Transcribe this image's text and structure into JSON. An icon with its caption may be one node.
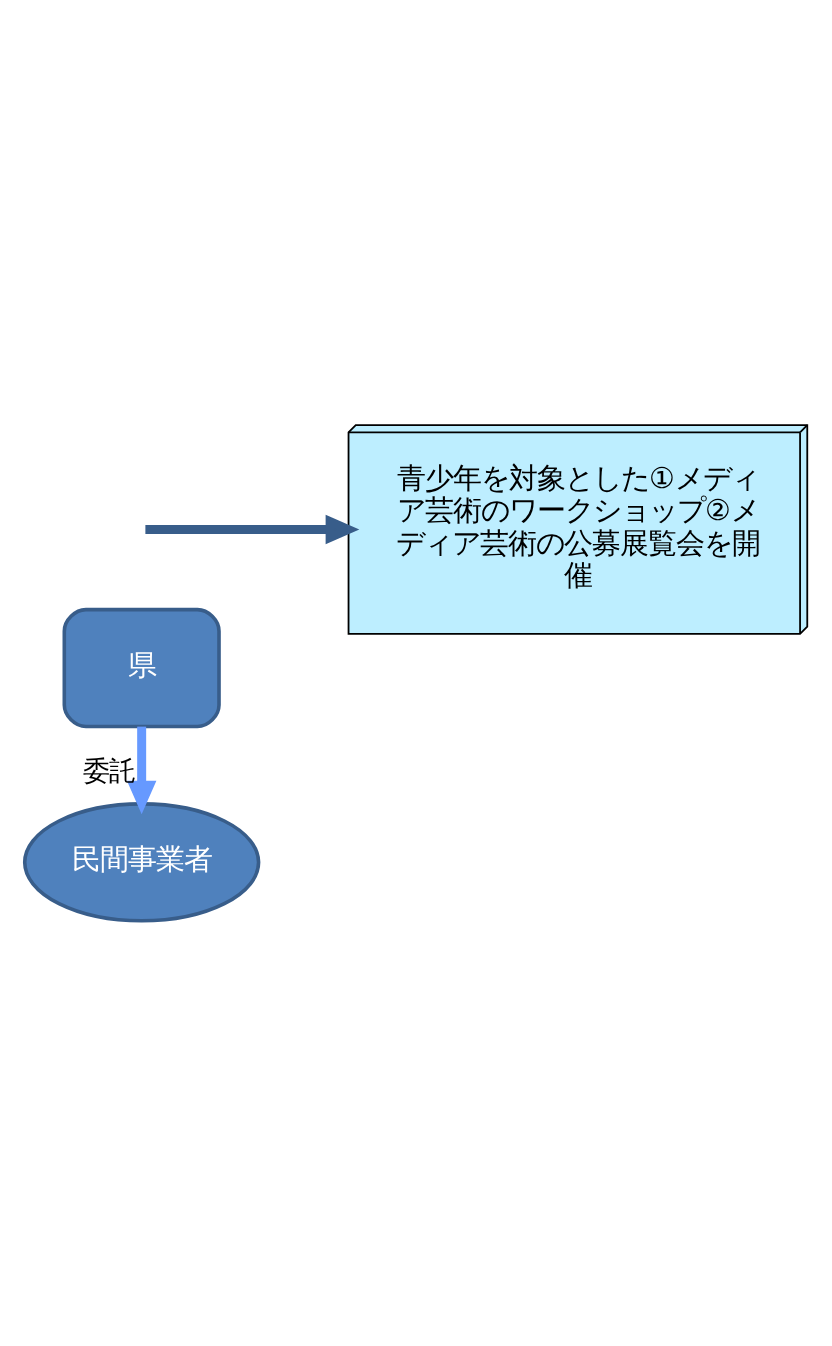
{
  "diagram": {
    "nodes": [
      {
        "text": [
          "県"
        ]
      },
      {
        "text": [
          "民間事業者"
        ]
      },
      {
        "text": [
          "青少年を対象とした①メディア芸術のワークショップ②メディア芸術の公募展覧会を開催"
        ]
      }
    ],
    "edges": [
      {
        "from": 0,
        "to": 1,
        "arrow": "to",
        "label": "委託",
        "color": "#6699ff"
      },
      {
        "from": null,
        "to": 2,
        "arrow": "to",
        "color": "#385d8a"
      }
    ]
  }
}
